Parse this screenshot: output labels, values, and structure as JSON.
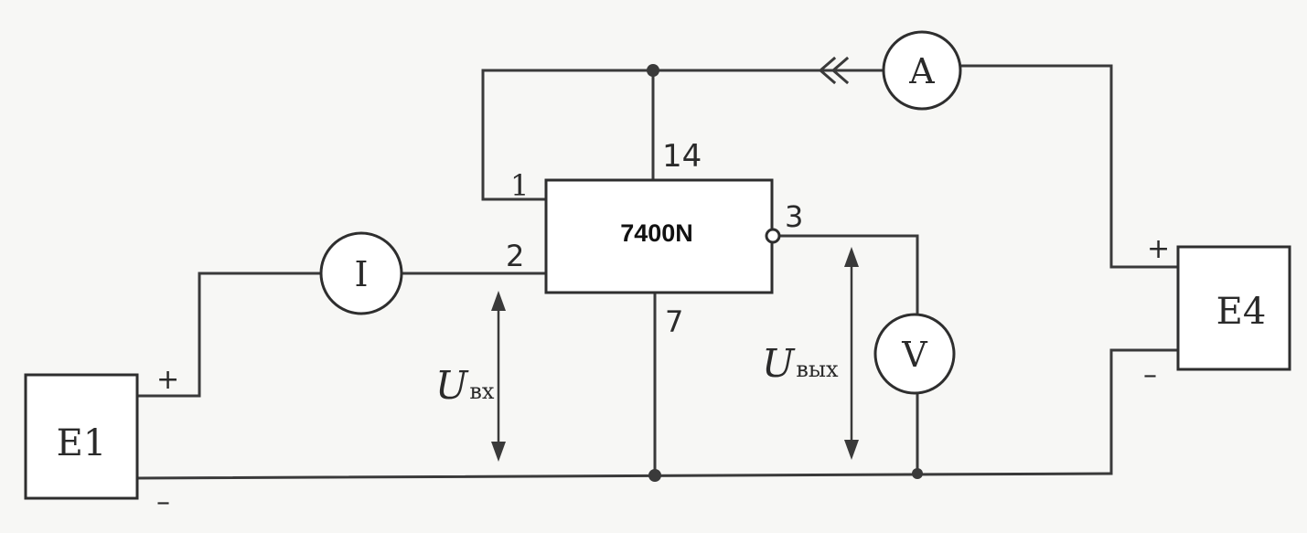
{
  "chip": {
    "label": "7400N",
    "pins": {
      "vcc": "14",
      "in1": "1",
      "in2": "2",
      "out": "3",
      "gnd": "7"
    }
  },
  "sources": {
    "e1": {
      "label": "E1",
      "plus": "+",
      "minus": "–"
    },
    "e4": {
      "label": "E4",
      "plus": "+",
      "minus": "–"
    }
  },
  "meters": {
    "ammeter": "A",
    "input_current": "I",
    "voltmeter": "V"
  },
  "voltages": {
    "input": {
      "symbol": "U",
      "subscript": "вх"
    },
    "output": {
      "symbol": "U",
      "subscript": "вых"
    }
  }
}
